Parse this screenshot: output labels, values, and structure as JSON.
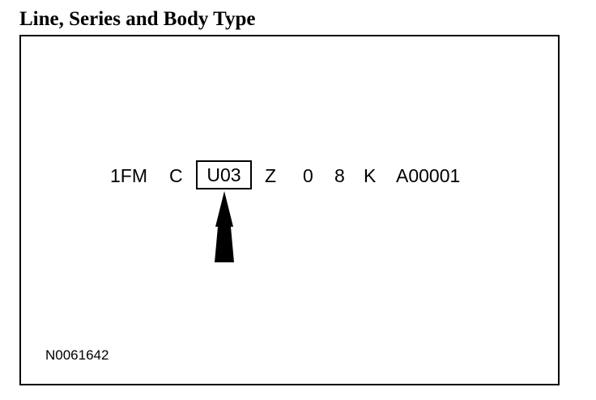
{
  "title": "Line, Series and Body Type",
  "vin": {
    "segments": [
      "1FM",
      "C",
      "U03",
      "Z",
      "0",
      "8",
      "K",
      "A00001"
    ],
    "highlighted": "U03"
  },
  "figure_code": "N0061642",
  "icons": {
    "pointer": "up-arrow-icon"
  }
}
